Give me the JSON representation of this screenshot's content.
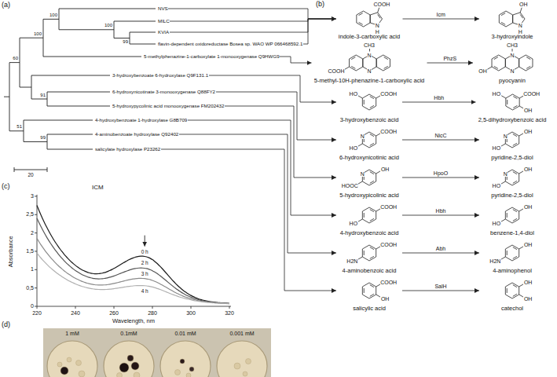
{
  "diagram": {
    "nodes": [
      {
        "text": [
          "NVS"
        ]
      },
      {
        "text": [
          "MILC"
        ]
      },
      {
        "text": [
          "KVIA"
        ]
      },
      {
        "text": [
          "flavin-dependent oxidoreductase Bosea sp. WAO WP 066468592.1"
        ]
      },
      {
        "text": [
          "5-methylphenazine-1-carboxylate 1-monooxygenase Q9HWG9"
        ]
      },
      {
        "text": [
          "3-hydroxybenzoate 6-hydroxylase Q9F131.1"
        ]
      },
      {
        "text": [
          "6-hydroxynicotinate 3-monooxygenase Q88FY2"
        ]
      },
      {
        "text": [
          "5-hydroxypycolinic acid monooxygenase FM202432"
        ]
      },
      {
        "text": [
          "4-hydroxybenzoate 1-hydroxylase G8B709"
        ]
      },
      {
        "text": [
          "4-aminobenzoate hydroxylase Q92402"
        ]
      },
      {
        "text": [
          "salicylate hydroxylase P23262"
        ]
      },
      {
        "text": [
          "indole-3-carboxylic acid",
          "COOH",
          "N",
          "H"
        ]
      },
      {
        "text": [
          "3-hydroxyindole",
          "OH",
          "N",
          "H"
        ]
      },
      {
        "text": [
          "5-methyl-10H-phenazine-1-carboxylic acid",
          "CH3",
          "N",
          "N",
          "COOH"
        ]
      },
      {
        "text": [
          "pyocyanin",
          "CH3",
          "N",
          "N",
          "OH"
        ]
      },
      {
        "text": [
          "3-hydroxybenzoic acid",
          "COOH",
          "HO"
        ]
      },
      {
        "text": [
          "2,5-dihydroxybenzoic acid",
          "COOH",
          "OH",
          "HO"
        ]
      },
      {
        "text": [
          "6-hydroxynicotinic acid",
          "COOH",
          "N",
          "HO"
        ]
      },
      {
        "text": [
          "pyridine-2,5-diol",
          "OH",
          "N",
          "HO"
        ]
      },
      {
        "text": [
          "5-hydroxypicolinic acid",
          "OH",
          "N",
          "HOOC"
        ]
      },
      {
        "text": [
          "pyridine-2,5-diol",
          "OH",
          "N",
          "HO"
        ]
      },
      {
        "text": [
          "4-hydroxybenzoic acid",
          "COOH",
          "HO"
        ]
      },
      {
        "text": [
          "benzene-1,4-diol",
          "OH",
          "HO"
        ]
      },
      {
        "text": [
          "4-aminobenzoic acid",
          "COOH",
          "H2N"
        ]
      },
      {
        "text": [
          "4-aminophenol",
          "OH",
          "H2N"
        ]
      },
      {
        "text": [
          "salicylic acid",
          "COOH",
          "OH"
        ]
      },
      {
        "text": [
          "catechol",
          "OH",
          "OH"
        ]
      }
    ],
    "edges": [
      {
        "from": 0,
        "to": 11,
        "arrow": "to"
      },
      {
        "from": 1,
        "to": 11,
        "arrow": "to"
      },
      {
        "from": 2,
        "to": 11,
        "arrow": "to"
      },
      {
        "from": 3,
        "to": 11,
        "arrow": "to"
      },
      {
        "from": 4,
        "to": 13,
        "arrow": "to"
      },
      {
        "from": 5,
        "to": 15,
        "arrow": "to"
      },
      {
        "from": 6,
        "to": 17,
        "arrow": "to"
      },
      {
        "from": 7,
        "to": 19,
        "arrow": "to"
      },
      {
        "from": 8,
        "to": 21,
        "arrow": "to"
      },
      {
        "from": 9,
        "to": 23,
        "arrow": "to"
      },
      {
        "from": 10,
        "to": 25,
        "arrow": "to"
      },
      {
        "from": 11,
        "to": 12,
        "label": "Icm",
        "arrow": "to"
      },
      {
        "from": 13,
        "to": 14,
        "label": "PhzS",
        "arrow": "to"
      },
      {
        "from": 15,
        "to": 16,
        "label": "Hbh",
        "arrow": "to"
      },
      {
        "from": 17,
        "to": 18,
        "label": "NicC",
        "arrow": "to"
      },
      {
        "from": 19,
        "to": 20,
        "label": "HpoO",
        "arrow": "to"
      },
      {
        "from": 21,
        "to": 22,
        "label": "Hbh",
        "arrow": "to"
      },
      {
        "from": 23,
        "to": 24,
        "label": "Abh",
        "arrow": "to"
      },
      {
        "from": 25,
        "to": 26,
        "label": "SalH",
        "arrow": "to"
      }
    ],
    "labels": [
      "(a)",
      "(b)",
      "(c)",
      "(d)",
      "100",
      "100",
      "100",
      "99",
      "60",
      "91",
      "51",
      "99",
      "20",
      "ICM",
      "0",
      "0,5",
      "1",
      "1,5",
      "2",
      "2,5",
      "3",
      "220",
      "240",
      "260",
      "280",
      "300",
      "320",
      "Absorbance",
      "Wavelength, nm",
      "0 h",
      "2 h",
      "3 h",
      "4 h",
      "1 mM",
      "0.1mM",
      "0.01 mM",
      "0.001 mM"
    ]
  }
}
